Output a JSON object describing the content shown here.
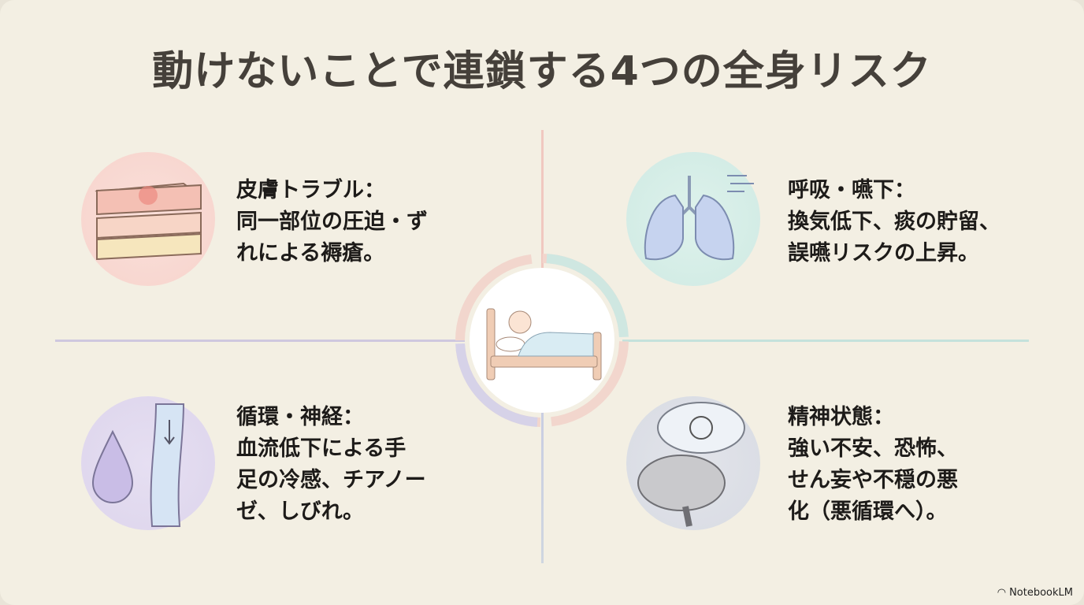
{
  "title": "動けないことで連鎖する4つの全身リスク",
  "quadrants": [
    {
      "heading": "皮膚トラブル：",
      "lines": [
        "同一部位の圧迫・ず",
        "れによる褥瘡。"
      ],
      "icon": "skin-layers-icon",
      "color": "#f6d3cc"
    },
    {
      "heading": "呼吸・嚥下：",
      "lines": [
        "換気低下、痰の貯留、",
        "誤嚥リスクの上昇。"
      ],
      "icon": "lungs-icon",
      "color": "#cfeae3"
    },
    {
      "heading": "循環・神経：",
      "lines": [
        "血流低下による手",
        "足の冷感、チアノー",
        "ゼ、しびれ。"
      ],
      "icon": "blood-vessel-icon",
      "color": "#ddd5ec"
    },
    {
      "heading": "精神状態：",
      "lines": [
        "強い不安、恐怖、",
        "せん妄や不穏の悪",
        "化（悪循環へ）。"
      ],
      "icon": "brain-icon",
      "color": "#d8dbe3"
    }
  ],
  "center_icon": "bedridden-patient-icon",
  "branding": "NotebookLM"
}
